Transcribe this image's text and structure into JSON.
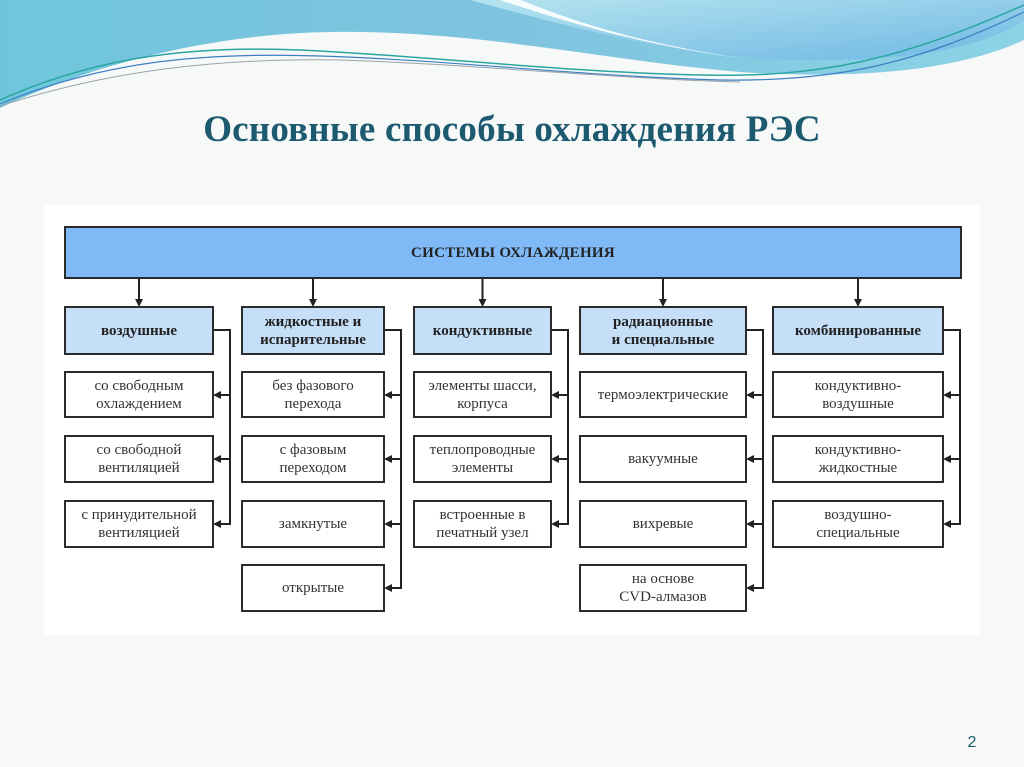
{
  "slide": {
    "title": "Основные способы охлаждения РЭС",
    "page_number": "2",
    "colors": {
      "title": "#1c5a70",
      "root_fill": "#7fbaf6",
      "category_fill": "#c5dff9",
      "leaf_fill": "#ffffff",
      "stroke": "#2b2b2b"
    }
  },
  "diagram": {
    "root": "СИСТЕМЫ ОХЛАЖДЕНИЯ",
    "categories": [
      {
        "label": "воздушные",
        "children": [
          "со свободным\nохлаждением",
          "со свободной\nвентиляцией",
          "с принудительной\nвентиляцией"
        ]
      },
      {
        "label": "жидкостные и\nиспарительные",
        "children": [
          "без фазового\nперехода",
          "с фазовым\nпереходом",
          "замкнутые",
          "открытые"
        ]
      },
      {
        "label": "кондуктивные",
        "children": [
          "элементы шасси,\nкорпуса",
          "теплопроводные\nэлементы",
          "встроенные в\nпечатный узел"
        ]
      },
      {
        "label": "радиационные\nи специальные",
        "children": [
          "термоэлектрические",
          "вакуумные",
          "вихревые",
          "на основе\nCVD-алмазов"
        ]
      },
      {
        "label": "комбинированные",
        "children": [
          "кондуктивно-\nвоздушные",
          "кондуктивно-\nжидкостные",
          "воздушно-\nспециальные"
        ]
      }
    ]
  }
}
